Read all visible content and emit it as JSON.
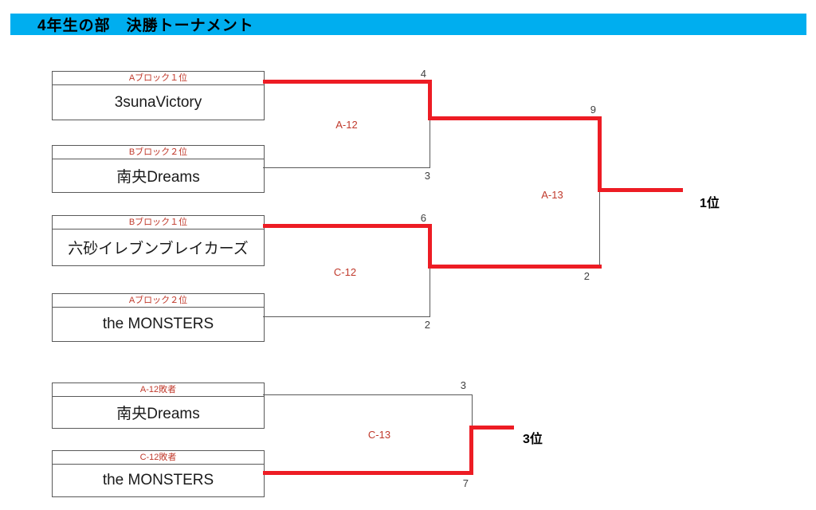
{
  "title": "4年生の部　決勝トーナメント",
  "colors": {
    "banner_cyan": "#00aeef",
    "line_red": "#ed1c24",
    "label_red": "#c0392b",
    "line_gray": "#595959",
    "score_gray": "#404040"
  },
  "bracket": {
    "boxes": [
      {
        "seed": "Aブロック１位",
        "team": "3sunaVictory"
      },
      {
        "seed": "Bブロック２位",
        "team": "南央Dreams"
      },
      {
        "seed": "Bブロック１位",
        "team": "六砂イレブンブレイカーズ"
      },
      {
        "seed": "Aブロック２位",
        "team": "the MONSTERS"
      },
      {
        "seed": "A-12敗者",
        "team": "南央Dreams"
      },
      {
        "seed": "C-12敗者",
        "team": "the MONSTERS"
      }
    ],
    "matches": [
      {
        "label": "A-12",
        "score_top": "4",
        "score_bottom": "3"
      },
      {
        "label": "C-12",
        "score_top": "6",
        "score_bottom": "2"
      },
      {
        "label": "A-13",
        "score_top": "9",
        "score_bottom": "2"
      },
      {
        "label": "C-13",
        "score_top": "3",
        "score_bottom": "7"
      }
    ],
    "results": [
      {
        "label": "1位"
      },
      {
        "label": "3位"
      }
    ]
  }
}
